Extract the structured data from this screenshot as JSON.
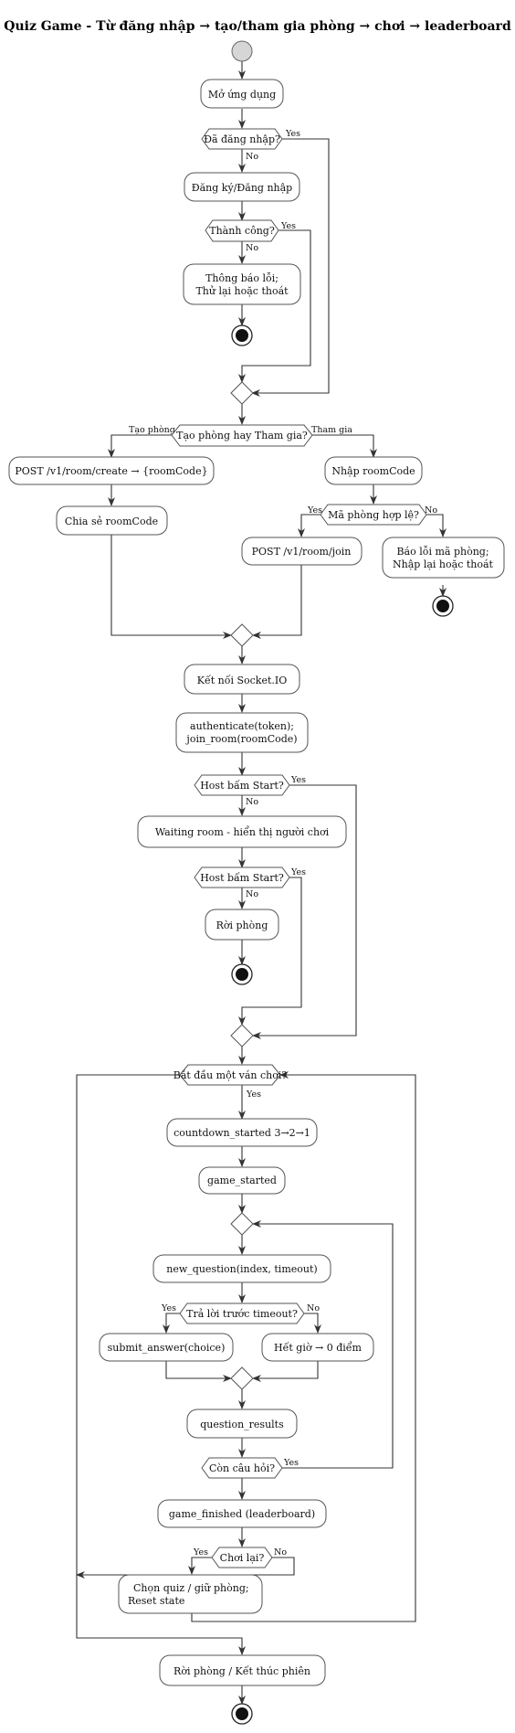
{
  "title": "Quiz Game - Từ đăng nhập → tạo/tham gia phòng → chơi → leaderboard",
  "nodes": {
    "open_app": "Mở ứng dụng",
    "logged_in_q": "Đã đăng nhập?",
    "register_login": "Đăng ký/Đăng nhập",
    "success_q": "Thành công?",
    "error_msg": [
      "Thông báo lỗi;",
      "Thử lại hoặc thoát"
    ],
    "create_or_join_q": "Tạo phòng hay Tham gia?",
    "post_create": "POST /v1/room/create → {roomCode}",
    "share_code": "Chia sẻ roomCode",
    "enter_code": "Nhập roomCode",
    "code_valid_q": "Mã phòng hợp lệ?",
    "post_join": "POST /v1/room/join",
    "invalid_code": [
      "Báo lỗi mã phòng;",
      "Nhập lại hoặc thoát"
    ],
    "socket_connect": "Kết nối Socket.IO",
    "auth_join": [
      "authenticate(token);",
      "join_room(roomCode)"
    ],
    "host_start_q1": "Host bấm Start?",
    "waiting_room": "Waiting room - hiển thị người chơi",
    "host_start_q2": "Host bấm Start?",
    "leave_room": "Rời phòng",
    "start_game_q": "Bắt đầu một ván chơi?",
    "countdown": "countdown_started 3→2→1",
    "game_started": "game_started",
    "new_question": "new_question(index, timeout)",
    "answer_q": "Trả lời trước timeout?",
    "submit_answer": "submit_answer(choice)",
    "timeout_zero": "Hết giờ → 0 điểm",
    "question_results": "question_results",
    "more_q": "Còn câu hỏi?",
    "game_finished": "game_finished (leaderboard)",
    "play_again_q": "Chơi lại?",
    "choose_quiz": [
      "Chọn quiz / giữ phòng;",
      "Reset state"
    ],
    "leave_end": "Rời phòng / Kết thúc phiên"
  },
  "branch_labels": {
    "yes": "Yes",
    "no": "No",
    "create": "Tạo phòng",
    "join": "Tham gia"
  }
}
